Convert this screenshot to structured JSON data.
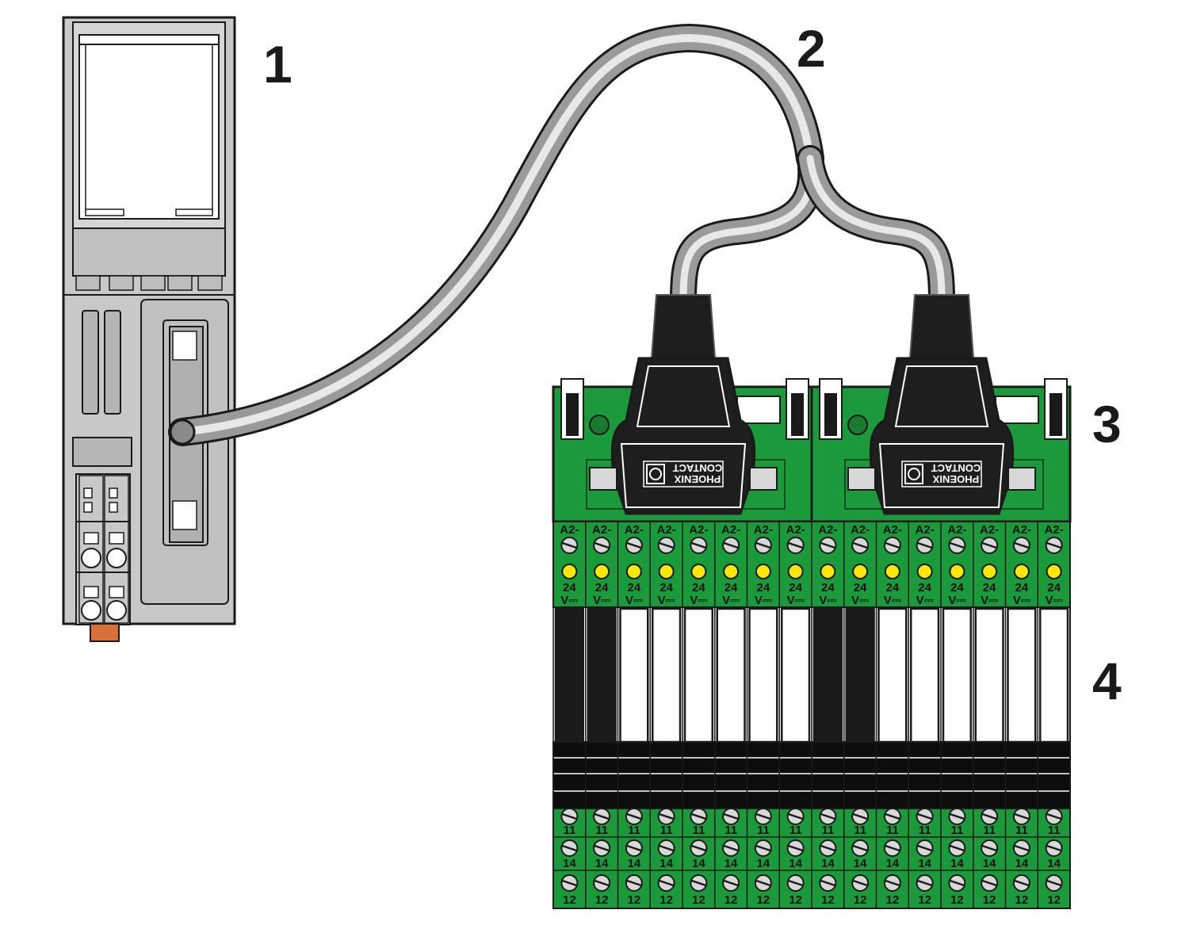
{
  "callouts": {
    "one": "1",
    "two": "2",
    "three": "3",
    "four": "4"
  },
  "terminal_labels": {
    "top": "A2-",
    "voltage_top": "24",
    "voltage_bottom": "V⎓",
    "row_11": "11",
    "row_14": "14",
    "row_12": "12"
  },
  "connector_logo": {
    "line1": "PHOENIX",
    "line2": "CONTACT"
  },
  "board": {
    "channels": 16,
    "relays_dark": [
      true,
      true,
      false,
      false,
      false,
      false,
      false,
      false,
      true,
      true,
      false,
      false,
      false,
      false,
      false,
      false
    ]
  },
  "colors": {
    "board_green": "#1a9a3a",
    "module_gray": "#c8c8c8",
    "led_yellow": "#ffe800",
    "connector_black": "#1e1e1e",
    "terminal_orange": "#d8703a"
  },
  "icons": {
    "phoenix_logo": "phoenix-contact-logo-icon",
    "led": "yellow-led-icon",
    "screw": "terminal-screw-icon"
  }
}
